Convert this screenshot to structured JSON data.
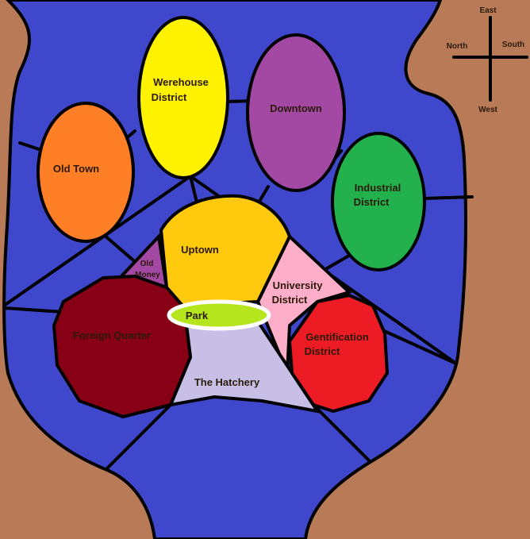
{
  "compass": {
    "top": "East",
    "left": "North",
    "right": "South",
    "bottom": "West"
  },
  "districts": {
    "werehouse": {
      "line1": "Werehouse",
      "line2": "District",
      "color": "#fff200"
    },
    "downtown": {
      "label": "Downtown",
      "color": "#a349a4"
    },
    "old_town": {
      "label": "Old Town",
      "color": "#ff7f27"
    },
    "industrial": {
      "line1": "Industrial",
      "line2": "District",
      "color": "#22b14c"
    },
    "uptown": {
      "label": "Uptown",
      "color": "#ffc90e"
    },
    "old_money": {
      "line1": "Old",
      "line2": "Money",
      "color": "#a349a4"
    },
    "university": {
      "line1": "University",
      "line2": "District",
      "color": "#ffaec9"
    },
    "park": {
      "label": "Park",
      "color": "#b5e61d"
    },
    "foreign_quarter": {
      "label": "Foreign Quarter",
      "color": "#880015"
    },
    "gentification": {
      "line1": "Gentification",
      "line2": "District",
      "color": "#ed1c24"
    },
    "hatchery": {
      "label": "The Hatchery",
      "color": "#c8bfe7"
    }
  },
  "colors": {
    "land": "#b97a57",
    "water": "#3f48cc"
  }
}
